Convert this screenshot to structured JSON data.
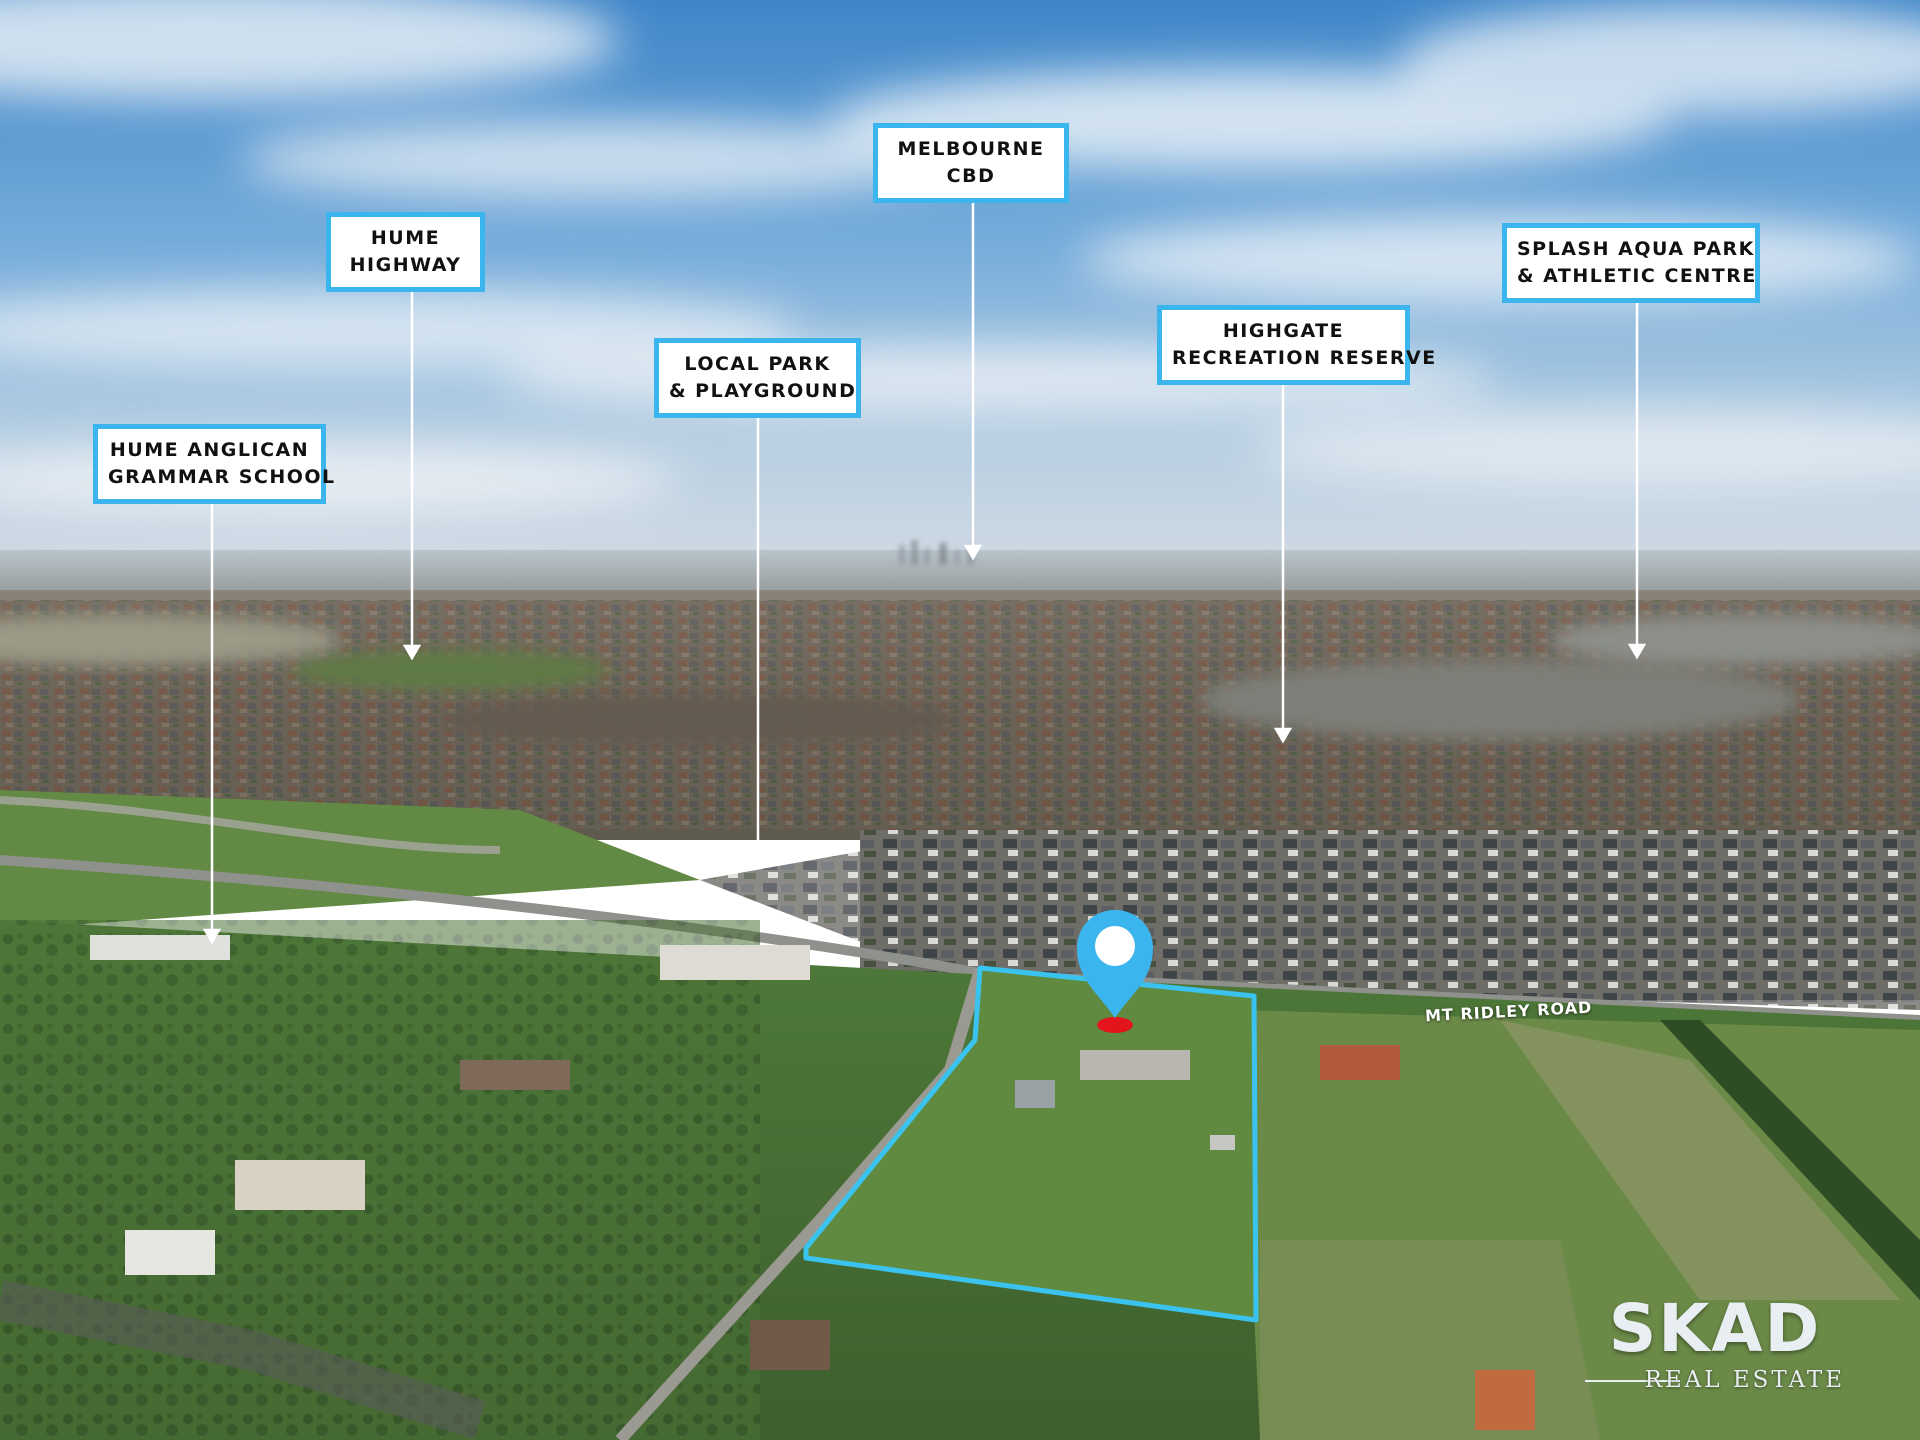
{
  "callouts": {
    "hume_anglican": [
      "HUME ANGLICAN",
      "GRAMMAR SCHOOL"
    ],
    "hume_highway": [
      "HUME",
      "HIGHWAY"
    ],
    "local_park": [
      "LOCAL PARK",
      "& PLAYGROUND"
    ],
    "melbourne_cbd": [
      "MELBOURNE",
      "CBD"
    ],
    "highgate": [
      "HIGHGATE",
      "RECREATION RESERVE"
    ],
    "splash": [
      "SPLASH AQUA PARK",
      "& ATHLETIC CENTRE"
    ]
  },
  "road_label": "MT RIDLEY ROAD",
  "logo": {
    "name": "SKAD",
    "subtitle": "REAL ESTATE"
  },
  "colors": {
    "callout_border": "#3bb5ee",
    "boundary": "#3bc3f0",
    "pin": "#3bb5ee",
    "pin_base": "#e3141c"
  },
  "icons": {
    "pin": "location-pin-icon"
  }
}
